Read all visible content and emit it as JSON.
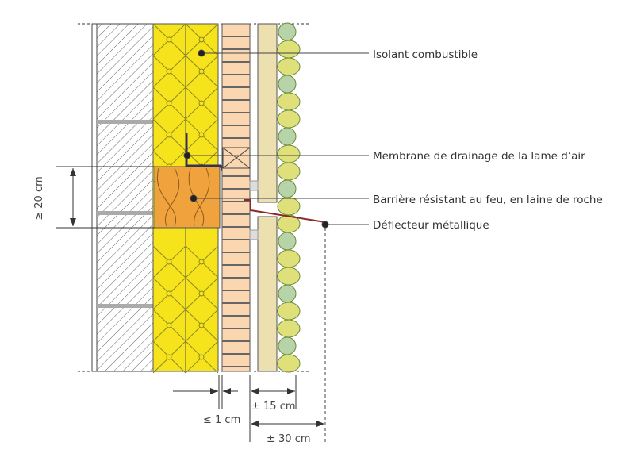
{
  "labels": {
    "isolant": "Isolant combustible",
    "membrane": "Membrane de drainage de la lame d’air",
    "barriere": "Barrière résistant au feu, en laine de roche",
    "deflecteur": "Déflecteur métallique"
  },
  "dimensions": {
    "height": "≥ 20 cm",
    "gap": "≤ 1 cm",
    "cavity": "± 15 cm",
    "total": "± 30 cm"
  },
  "colors": {
    "insulation": "#f7e31c",
    "fire_barrier": "#f0a23c",
    "brick": "#fad7b0",
    "panel": "#ede0b0",
    "deflector": "#8b2a2a"
  }
}
